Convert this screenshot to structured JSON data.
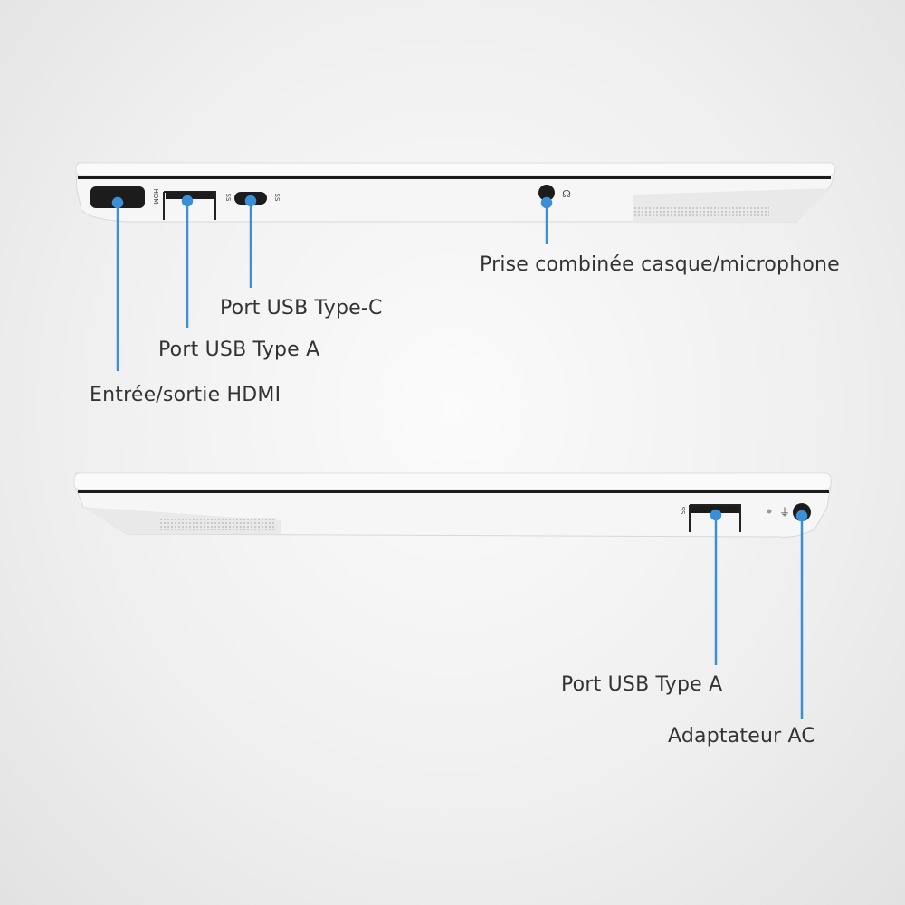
{
  "colors": {
    "callout": "#3a8fd6",
    "body": "#f7f7f7",
    "port": "#1a1a1a"
  },
  "top_view": {
    "callouts": {
      "hdmi": "Entrée/sortie HDMI",
      "usb_a": "Port USB Type A",
      "usb_c": "Port USB Type-C",
      "audio": "Prise combinée casque/microphone"
    },
    "port_markings": {
      "hdmi": "HDMI",
      "usb_a": "SS",
      "usb_c": "SS"
    }
  },
  "bottom_view": {
    "callouts": {
      "usb_a": "Port USB Type A",
      "ac": "Adaptateur AC"
    },
    "port_markings": {
      "usb_a": "SS"
    }
  }
}
